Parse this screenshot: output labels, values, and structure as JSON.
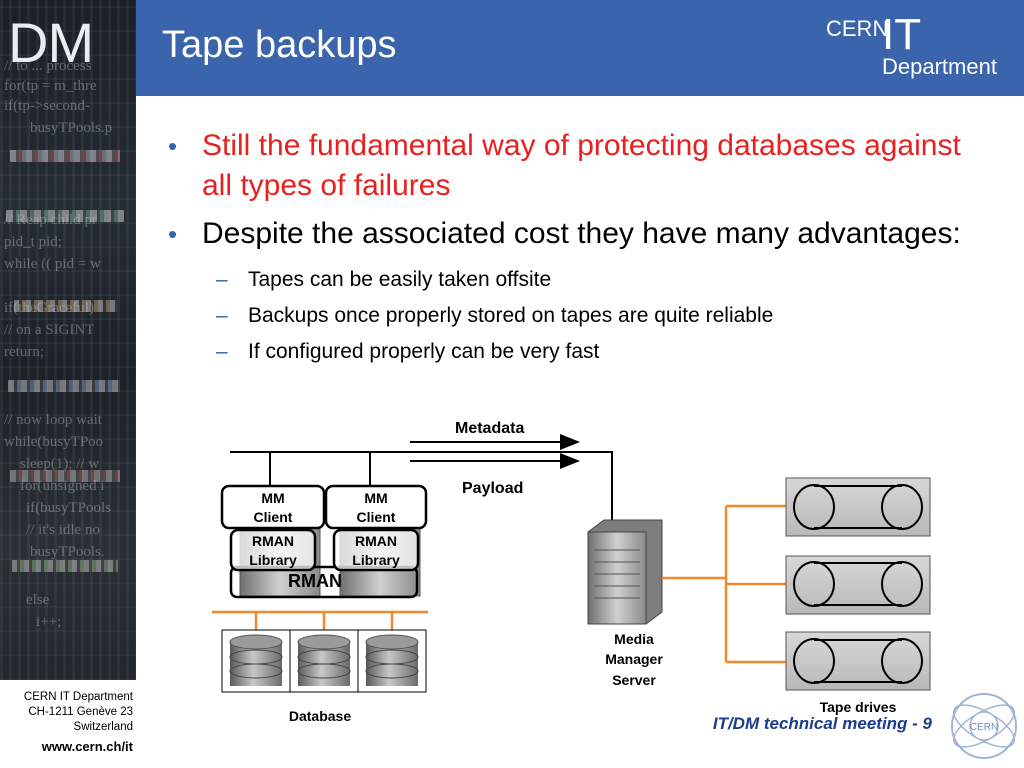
{
  "sidebar": {
    "logo_text": "DM",
    "address": [
      "CERN IT Department",
      "CH-1211 Genève 23",
      "Switzerland"
    ],
    "url": "www.cern.ch/it",
    "code_lines": [
      "//  to ... process",
      "for(tp = m_thre",
      "if(tp->second-",
      "busyTPools.p",
      "// Reap child pr",
      "pid_t pid;",
      "while (( pid = w",
      "if(theGraceful)",
      "// on a SIGINT",
      "return;",
      "// now loop wait",
      "while(busyTPoo",
      "sleep(1);   // w",
      "for(unsigned i",
      "if(busyTPools",
      "// it's idle no",
      "busyTPools.",
      "else",
      "i++;"
    ]
  },
  "header": {
    "title": "Tape backups",
    "logo_cern": "CERN",
    "logo_it": "IT",
    "logo_department": "Department"
  },
  "bullets": [
    {
      "text": "Still the fundamental way of protecting databases against all types of failures",
      "color": "#e8201f"
    },
    {
      "text": "Despite the associated cost they have many advantages:",
      "color": "#000000",
      "sub": [
        "Tapes can be easily taken offsite",
        "Backups once properly stored on tapes are quite reliable",
        "If configured properly can be very fast"
      ]
    }
  ],
  "diagram": {
    "metadata_label": "Metadata",
    "payload_label": "Payload",
    "mm_client_line1": "MM",
    "mm_client_line2": "Client",
    "rman_library_line1": "RMAN",
    "rman_library_line2": "Library",
    "rman_label": "RMAN",
    "database_label": "Database",
    "media_manager": [
      "Media",
      "Manager",
      "Server"
    ],
    "tape_drives_label": "Tape drives",
    "connector_color": "#f08a2c"
  },
  "footer": {
    "meeting": "IT/DM technical meeting - 9",
    "seal_text": "CERN"
  }
}
